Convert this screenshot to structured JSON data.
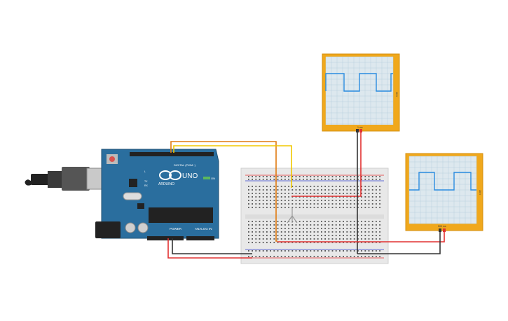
{
  "arduino": {
    "logo_text": "UNO",
    "brand_text": "ARDUINO",
    "digital_label": "DIGITAL (PWM~)",
    "power_label": "POWER",
    "analog_label": "ANALOG IN",
    "on_label": "ON",
    "tx_label": "TX",
    "rx_label": "RX",
    "l_label": "L"
  },
  "scope_top": {
    "time_label": "1 ms",
    "volt_label": "10 V"
  },
  "scope_right": {
    "time_label": "500 ms",
    "volt_label": "10 V"
  },
  "colors": {
    "board": "#2a6e9e",
    "breadboard": "#e8e8e8",
    "scope_frame": "#f0a81c",
    "scope_screen": "#dde8ee",
    "trace": "#2b8ce0",
    "wire_red": "#e23030",
    "wire_black": "#333333",
    "wire_orange": "#e07a10",
    "wire_yellow": "#f0c800"
  },
  "icons": [
    "usb-connector-icon",
    "power-jack-icon",
    "reset-button-icon",
    "led-icon"
  ]
}
